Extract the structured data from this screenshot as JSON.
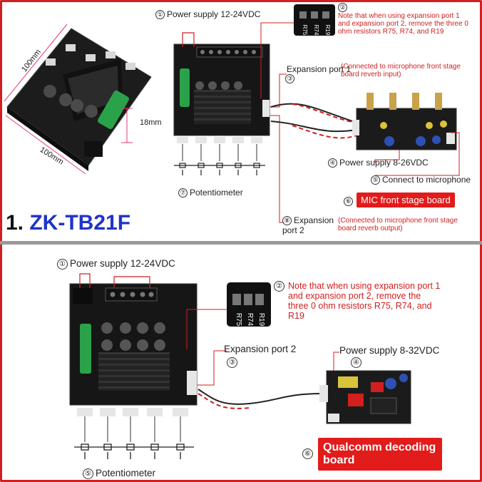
{
  "top": {
    "dim_width_top": "100mm",
    "dim_height": "18mm",
    "dim_width_bottom": "100mm",
    "power_supply": "Power supply 12-24VDC",
    "note_num": "②",
    "note": "Note that when using expansion port 1 and expansion port 2, remove the three 0 ohm resistors R75, R74, and R19",
    "expansion_port_1": "Expansion port 1",
    "expansion_port_1_note": "(Connected to microphone front stage board reverb input)",
    "power_supply_mic": "Power supply 8-26VDC",
    "connect_mic": "Connect to microphone",
    "mic_board": "MIC front stage board",
    "potentiometer": "Potentiometer",
    "expansion_port_2": "Expansion port 2",
    "expansion_port_2_note": "(Connected to microphone front stage board reverb output)",
    "model_prefix": "1. ",
    "model_name": "ZK-TB21F"
  },
  "bottom": {
    "power_supply": "Power supply 12-24VDC",
    "note": "Note that when using expansion port 1 and expansion port 2, remove the three 0 ohm resistors R75, R74, and R19",
    "expansion_port_2": "Expansion port 2",
    "power_supply_board": "Power supply 8-32VDC",
    "decoding_board": "Qualcomm decoding board",
    "potentiometer": "Potentiometer"
  },
  "callouts": {
    "c1": "①",
    "c2": "②",
    "c3": "③",
    "c4": "④",
    "c5": "⑤",
    "c6": "⑥",
    "c7": "⑦",
    "c8": "⑧"
  },
  "resistor_labels": [
    "R75",
    "R74",
    "R19"
  ],
  "colors": {
    "frame": "#d21f1f",
    "note": "#d21f1f",
    "model_accent": "#1f34c8",
    "label_box": "#e21b1b"
  }
}
